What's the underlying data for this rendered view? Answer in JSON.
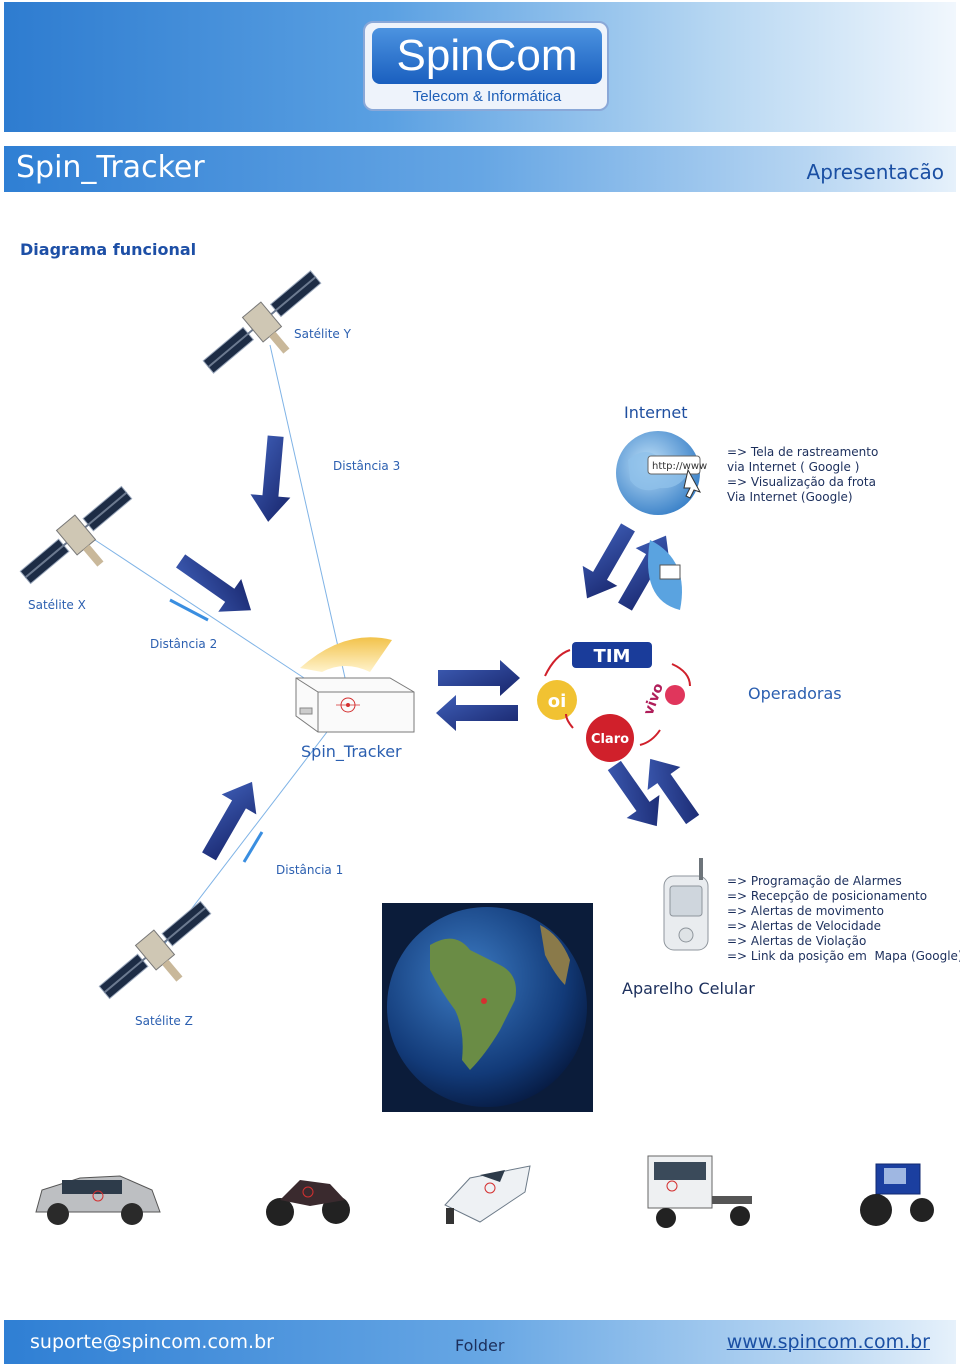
{
  "header": {
    "logo_name": "SpinCom",
    "logo_subtitle": "Telecom & Informática",
    "title": "Spin_Tracker",
    "section": "Apresentacão"
  },
  "diagram": {
    "heading": "Diagrama funcional",
    "satellite_y": "Satélite Y",
    "satellite_x": "Satélite X",
    "satellite_z": "Satélite Z",
    "distance_3": "Distância 3",
    "distance_2": "Distância 2",
    "distance_1": "Distância 1",
    "internet": "Internet",
    "internet_notes": "=> Tela de rastreamento\nvia Internet ( Google )\n=> Visualização da frota\nVia Internet (Google)",
    "device": "Spin_Tracker",
    "operators": "Operadoras",
    "operator_tim": "TIM",
    "operator_oi": "oi",
    "operator_vivo": "vivo",
    "operator_claro": "Claro",
    "cellphone": "Aparelho Celular",
    "cellphone_notes": "=> Programação de Alarmes\n=> Recepção de posicionamento\n=> Alertas de movimento\n=> Alertas de Velocidade\n=> Alertas de Violação\n=> Link da posição em  Mapa (Google)",
    "url_text": "http://www"
  },
  "footer": {
    "email": "suporte@spincom.com.br",
    "label": "Folder",
    "website": "www.spincom.com.br"
  }
}
